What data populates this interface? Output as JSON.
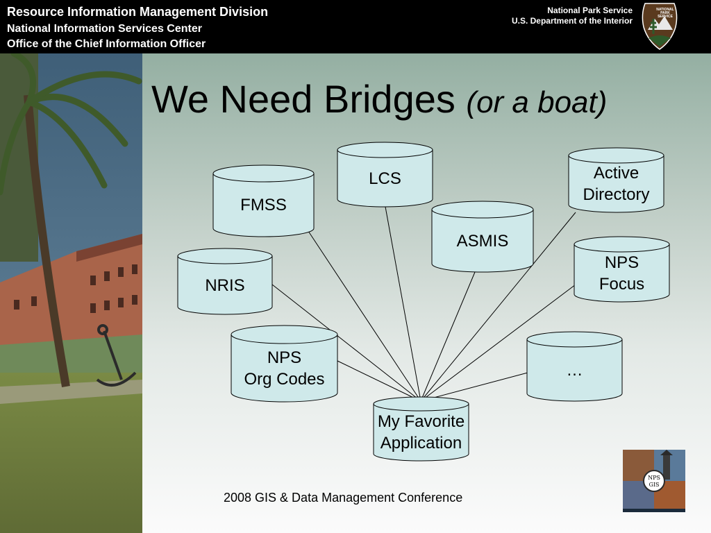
{
  "header": {
    "line1": "Resource Information Management Division",
    "line2": "National Information Services Center",
    "line3": "Office of the Chief Information Officer",
    "agency": "National Park Service",
    "department": "U.S. Department of the Interior",
    "logo_text_1": "NATIONAL",
    "logo_text_2": "PARK",
    "logo_text_3": "SERVICE"
  },
  "title": {
    "main": "We Need Bridges",
    "sub": "(or a boat)"
  },
  "diagram": {
    "hub": "My Favorite\nApplication",
    "databases": [
      {
        "id": "lcs",
        "label": "LCS"
      },
      {
        "id": "fmss",
        "label": "FMSS"
      },
      {
        "id": "active-directory",
        "label": "Active\nDirectory"
      },
      {
        "id": "asmis",
        "label": "ASMIS"
      },
      {
        "id": "nris",
        "label": "NRIS"
      },
      {
        "id": "nps-focus",
        "label": "NPS\nFocus"
      },
      {
        "id": "nps-org-codes",
        "label": "NPS\nOrg Codes"
      },
      {
        "id": "ellipsis",
        "label": "…"
      }
    ]
  },
  "footer": {
    "conference": "2008 GIS & Data Management Conference"
  },
  "badge": {
    "text_1": "NPS",
    "text_2": "GIS"
  },
  "colors": {
    "cylinder_fill": "#cfe9ea",
    "header_bg": "#000000",
    "logo_brown": "#5a3a1e"
  }
}
